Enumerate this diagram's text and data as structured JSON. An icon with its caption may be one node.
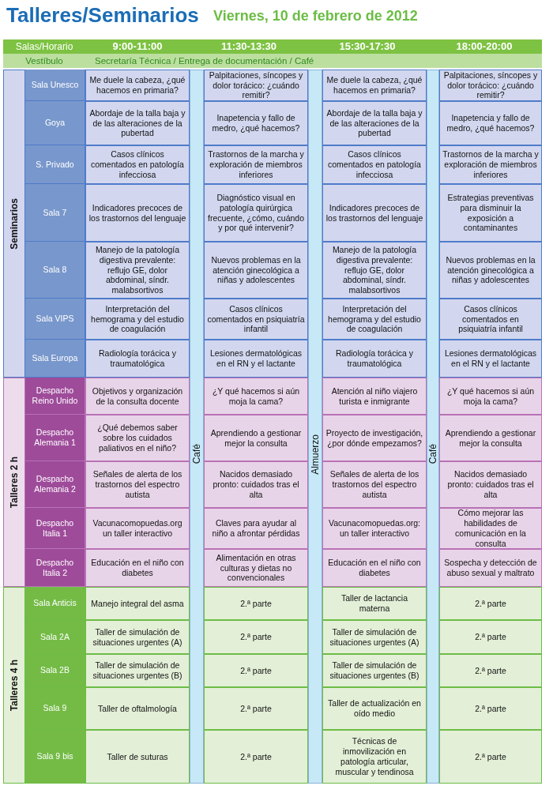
{
  "diagram": {
    "title": "Talleres/Seminarios",
    "labels": [
      "Viernes, 10 de febrero de 2012",
      "Salas/Horario",
      "9:00-11:00",
      "11:30-13:30",
      "15:30-17:30",
      "18:00-20:00",
      "Vestíbulo",
      "Secretaría Técnica / Entrega de documentación / Café",
      "Seminarios",
      "Sala Unesco",
      "Me duele la cabeza, ¿qué hacemos en primaria?",
      "Palpitaciones, síncopes y dolor torácico: ¿cuándo remitir?",
      "Me duele la cabeza, ¿qué hacemos en primaria?",
      "Palpitaciones, síncopes y dolor torácico: ¿cuándo remitir?",
      "Goya",
      "Abordaje de la talla baja y de las alteraciones de la pubertad",
      "Inapetencia y fallo de medro, ¿qué hacemos?",
      "Abordaje de la talla baja y de las alteraciones de la pubertad",
      "Inapetencia y fallo de medro, ¿qué hacemos?",
      "S. Privado",
      "Casos clínicos comentados en patología infecciosa",
      "Trastornos de la marcha y exploración de miembros inferiores",
      "Casos clínicos comentados en patología infecciosa",
      "Trastornos de la marcha y exploración de miembros inferiores",
      "Sala 7",
      "Indicadores precoces de los trastornos del lenguaje",
      "Diagnóstico visual en patología quirúrgica frecuente, ¿cómo, cuándo y por qué intervenir?",
      "Indicadores precoces de los trastornos del lenguaje",
      "Estrategias preventivas para disminuir la exposición a contaminantes",
      "Sala 8",
      "Manejo de la patología digestiva prevalente: reflujo GE, dolor abdominal, síndr. malabsortivos",
      "Nuevos problemas en la atención ginecológica a niñas y adolescentes",
      "Manejo de la patología digestiva prevalente: reflujo GE, dolor abdominal, síndr. malabsortivos",
      "Nuevos problemas en la atención ginecológica a niñas y adolescentes",
      "Sala VIPS",
      "Interpretación del hemograma y del estudio de coagulación",
      "Casos clínicos comentados en psiquiatría infantil",
      "Interpretación del hemograma y del estudio de coagulación",
      "Casos clínicos comentados en psiquiatría infantil",
      "Sala Europa",
      "Radiología torácica y traumatológica",
      "Lesiones dermatológicas  en el RN y el lactante",
      "Radiología torácica y traumatológica",
      "Lesiones dermatológicas  en el RN y el lactante",
      "Talleres 2 h",
      "Despacho Reino Unido",
      "Objetivos y organización de la consulta docente",
      "¿Y qué hacemos si aún moja la cama?",
      "Atención al niño viajero turista e inmigrante",
      "¿Y qué hacemos si aún moja la cama?",
      "Despacho Alemania 1",
      "¿Qué debemos saber sobre los cuidados paliativos en el niño?",
      "Aprendiendo a gestionar mejor la consulta",
      "Proyecto de investigación, ¿por dónde empezamos?",
      "Aprendiendo a gestionar mejor la consulta",
      "Despacho Alemania 2",
      "Señales de alerta de los trastornos del espectro autista",
      "Nacidos demasiado pronto: cuidados tras el alta",
      "Señales de alerta de los trastornos del espectro autista",
      "Nacidos demasiado pronto: cuidados tras el alta",
      "Despacho Italia 1",
      "Vacunacomopuedas.org un taller interactivo",
      "Claves para ayudar al niño a afrontar pérdidas",
      "Vacunacomopuedas.org: un taller interactivo",
      "Cómo mejorar las habilidades de comunicación en la consulta",
      "Despacho Italia 2",
      "Educación en el niño con diabetes",
      "Alimentación en otras culturas y dietas no convencionales",
      "Educación en el niño con diabetes",
      "Sospecha y detección de abuso sexual  y maltrato",
      "Talleres 4 h",
      "Sala Anticis",
      "Manejo integral del asma",
      "2.ª parte",
      "Taller de lactancia materna",
      "2.ª parte",
      "Sala 2A",
      "Taller de simulación de situaciones urgentes (A)",
      "2.ª parte",
      "Taller de simulación de situaciones urgentes (A)",
      "2.ª parte",
      "Sala 2B",
      "Taller de simulación de situaciones urgentes (B)",
      "2.ª parte",
      "Taller de simulación de situaciones urgentes (B)",
      "2.ª parte",
      "Sala 9",
      "Taller de oftalmología",
      "2.ª parte",
      "Taller de actualización en oído medio",
      "2.ª parte",
      "Sala 9 bis",
      "Taller de suturas",
      "2.ª parte",
      "Técnicas de inmovilización en patología articular, muscular y tendinosa",
      "2.ª parte",
      "Café",
      "Almuerzo",
      "Café"
    ]
  }
}
